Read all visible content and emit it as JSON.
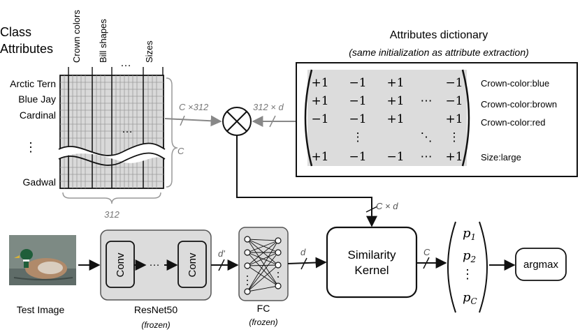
{
  "class_attributes": {
    "heading_line1": "Class",
    "heading_line2": "Attributes",
    "columns": [
      "Crown colors",
      "Bill shapes",
      "Sizes"
    ],
    "column_ellipsis": "…",
    "rows": [
      "Arctic Tern",
      "Blue Jay",
      "Cardinal",
      "Gadwal"
    ],
    "row_ellipsis": "⋮",
    "grid_ellipsis": "…",
    "brace_right_label": "C",
    "brace_bottom_label": "312"
  },
  "arrows": {
    "class_to_mult": "C ×312",
    "dict_to_mult": "312 × d",
    "mult_to_kernel": "C × d",
    "fc_to_kernel": "d",
    "resnet_to_fc": "d'",
    "kernel_to_output": "C"
  },
  "dictionary": {
    "title": "Attributes dictionary",
    "subtitle": "(same initialization as attribute extraction)",
    "matrix_rows": [
      [
        "+1",
        "−1",
        "+1",
        "",
        "−1"
      ],
      [
        "+1",
        "−1",
        "+1",
        "⋯",
        "−1"
      ],
      [
        "−1",
        "−1",
        "+1",
        "",
        "+1"
      ],
      [
        "",
        "⋮",
        "",
        "⋱",
        "⋮"
      ],
      [
        "+1",
        "−1",
        "−1",
        "⋯",
        "+1"
      ]
    ],
    "row_labels": [
      "Crown-color:blue",
      "Crown-color:brown",
      "Crown-color:red",
      "Size:large"
    ]
  },
  "pipeline": {
    "test_image_label": "Test Image",
    "resnet_label": "ResNet50",
    "resnet_sub": "(frozen)",
    "conv1": "Conv",
    "conv2": "Conv",
    "conv_ellipsis": "···",
    "fc_label": "FC",
    "fc_sub": "(frozen)",
    "kernel_line1": "Similarity",
    "kernel_line2": "Kernel",
    "outputs": [
      "p",
      "p",
      "p"
    ],
    "output_subs": [
      "1",
      "2",
      "C"
    ],
    "outputs_ellipsis": "⋮",
    "argmax_label": "argmax"
  }
}
